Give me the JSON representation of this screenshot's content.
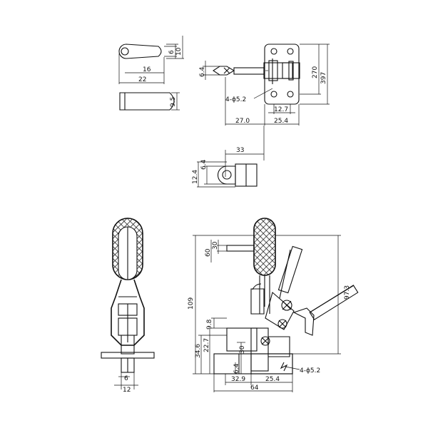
{
  "dimensions": {
    "hook_width": "6",
    "hook_height": "10",
    "hook_length_inner": "16",
    "hook_length_total": "22",
    "pad_width": "9.5",
    "arm_height": "6.4",
    "base_height_inner": "270",
    "base_height_total": "397",
    "mount_holes_top": "4-ϕ5.2",
    "hole_spacing": "12.7",
    "reach": "27.0",
    "base_width": "25.4",
    "spindle_offset": "33",
    "spindle_dia": "6.4",
    "spindle_height": "12.4",
    "side_width_6": "6",
    "side_width_12": "12",
    "height_total": "109",
    "height_60": "60",
    "height_30_top": "30",
    "height_97_3": "97.3",
    "height_9_8": "9.8",
    "height_34_6": "34.6",
    "height_22_7": "22.7",
    "height_30_low": "30",
    "height_6_4": "6.4",
    "base_32_9": "32.9",
    "base_25_4": "25.4",
    "base_64": "64",
    "mount_holes_bottom": "4-ϕ5.2"
  }
}
